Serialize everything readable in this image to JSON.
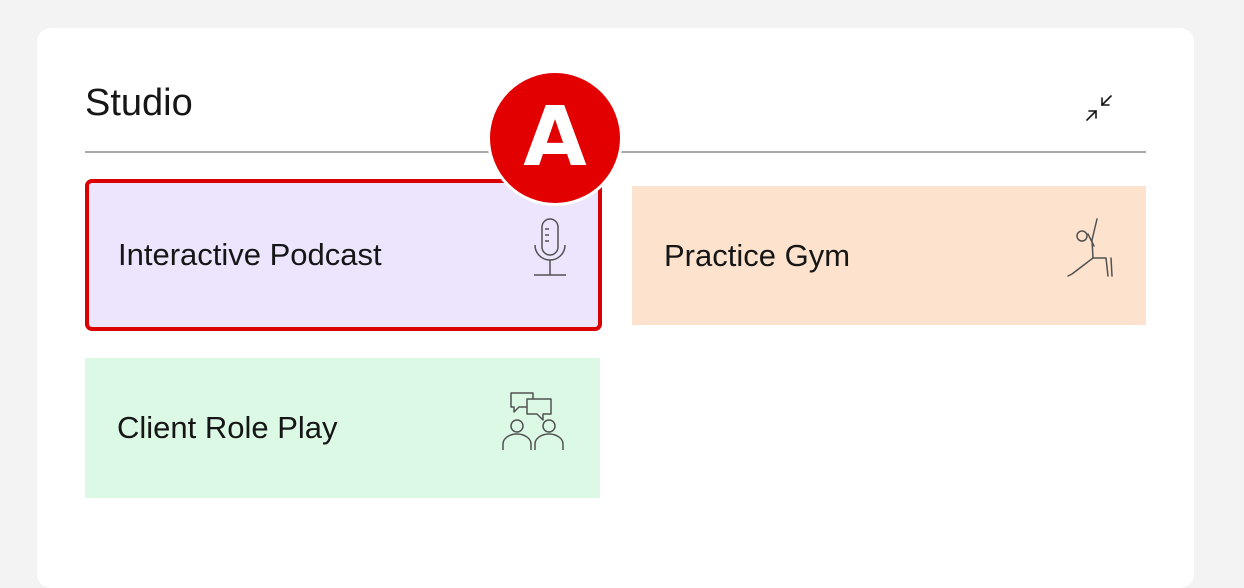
{
  "studio": {
    "title": "Studio",
    "collapse_icon": "minimize-icon"
  },
  "tiles": [
    {
      "label": "Interactive Podcast",
      "icon": "microphone-icon",
      "bg": "#ece5fd",
      "selected": true
    },
    {
      "label": "Practice Gym",
      "icon": "yoga-pose-icon",
      "bg": "#fde3cd",
      "selected": false
    },
    {
      "label": "Client Role Play",
      "icon": "conversation-people-icon",
      "bg": "#dcf9e5",
      "selected": false
    }
  ],
  "annotation": {
    "badge_letter": "A",
    "badge_color": "#e20000"
  },
  "colors": {
    "selection_border": "#da0000",
    "text": "#161616",
    "divider": "#a8a8a8"
  }
}
